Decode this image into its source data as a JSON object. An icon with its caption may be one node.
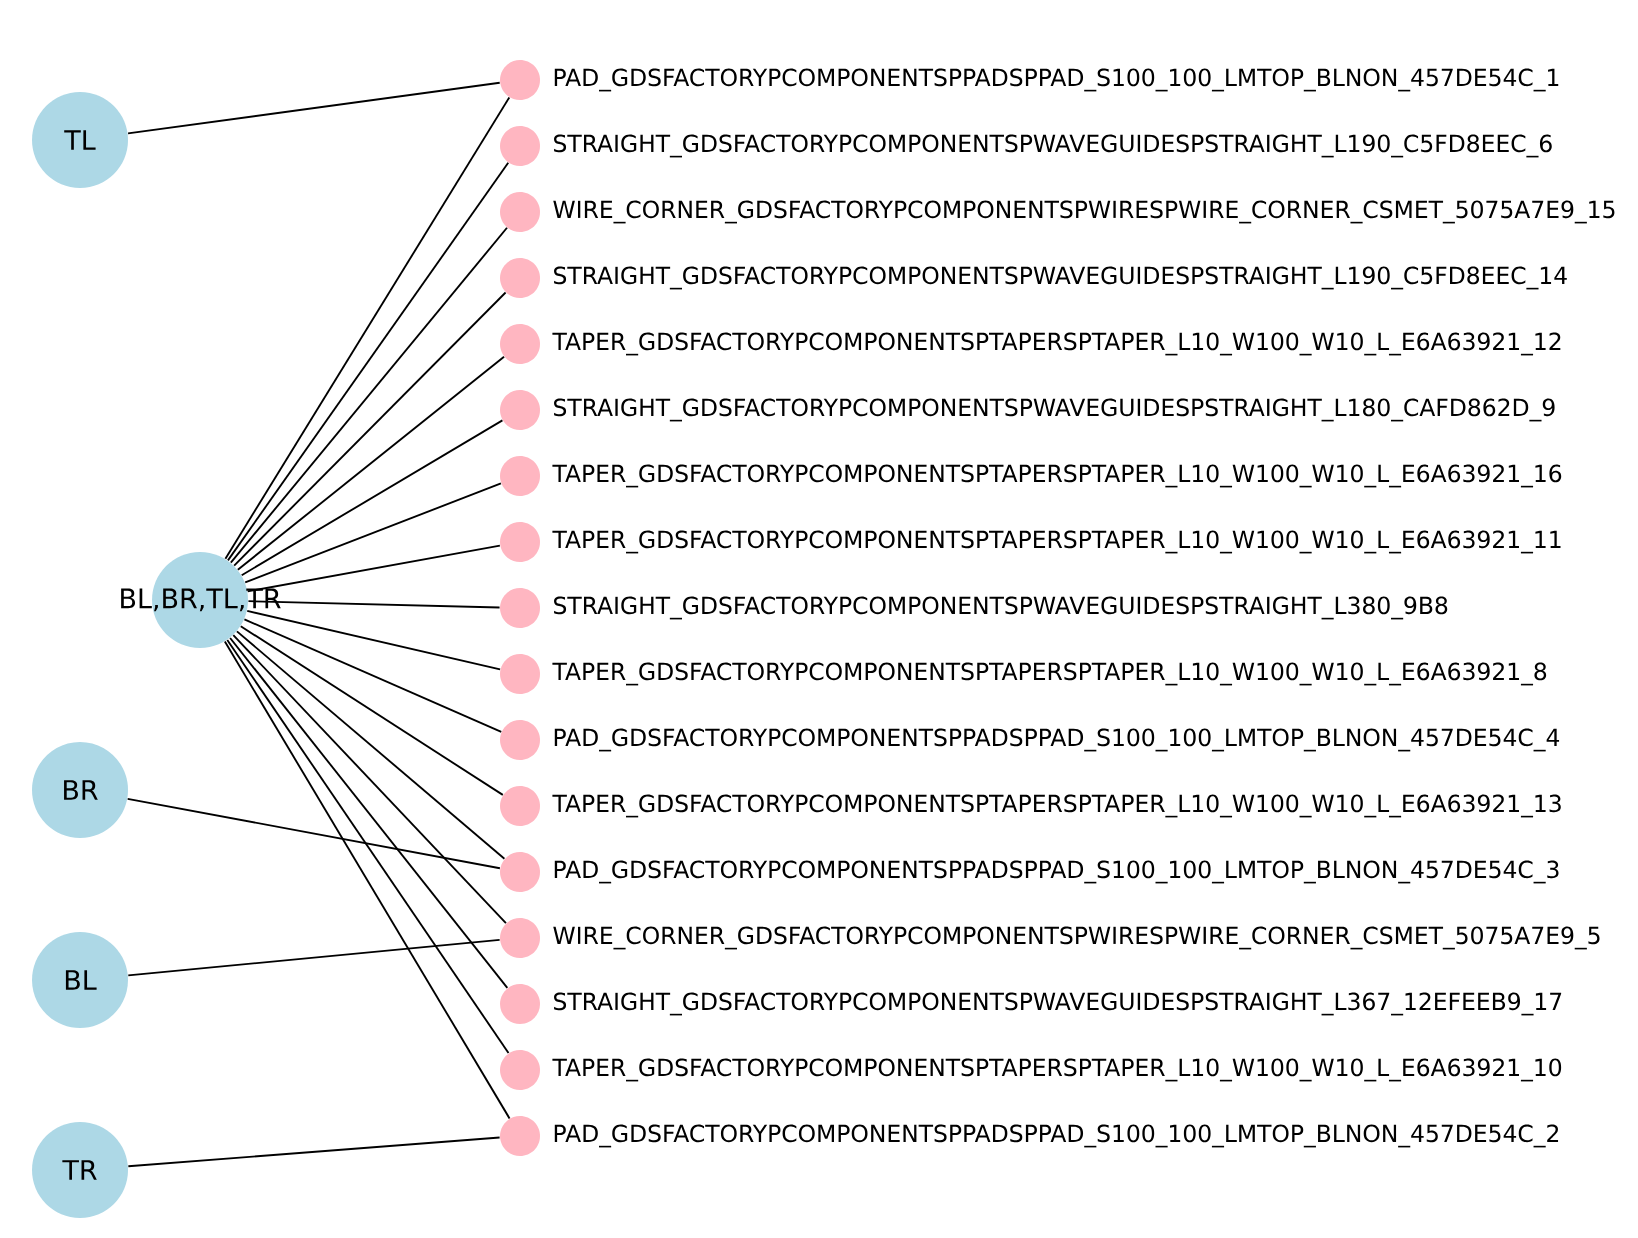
{
  "diagram": {
    "nodes": [
      {
        "text": [
          "BL,BR,TL,TR"
        ]
      },
      {
        "text": [
          "TL"
        ]
      },
      {
        "text": [
          "BL"
        ]
      },
      {
        "text": [
          "BR"
        ]
      },
      {
        "text": [
          "TR"
        ]
      },
      {
        "text": [
          "PAD_GDSFACTORYPCOMPONENTSPPADSPPAD_S100_100_LMTOP_BLNON_457DE54C_1"
        ]
      },
      {
        "text": [
          "STRAIGHT_GDSFACTORYPCOMPONENTSPWAVEGUIDESPSTRAIGHT_L190_C5FD8EEC_6"
        ]
      },
      {
        "text": [
          "WIRE_CORNER_GDSFACTORYPCOMPONENTSPWIRESPWIRE_CORNER_CSMET_5075A7E9_15"
        ]
      },
      {
        "text": [
          "STRAIGHT_GDSFACTORYPCOMPONENTSPWAVEGUIDESPSTRAIGHT_L190_C5FD8EEC_14"
        ]
      },
      {
        "text": [
          "TAPER_GDSFACTORYPCOMPONENTSPTAPERSPTAPER_L10_W100_W10_L_E6A63921_12"
        ]
      },
      {
        "text": [
          "STRAIGHT_GDSFACTORYPCOMPONENTSPWAVEGUIDESPSTRAIGHT_L180_CAFD862D_9"
        ]
      },
      {
        "text": [
          "TAPER_GDSFACTORYPCOMPONENTSPTAPERSPTAPER_L10_W100_W10_L_E6A63921_16"
        ]
      },
      {
        "text": [
          "TAPER_GDSFACTORYPCOMPONENTSPTAPERSPTAPER_L10_W100_W10_L_E6A63921_11"
        ]
      },
      {
        "text": [
          "STRAIGHT_GDSFACTORYPCOMPONENTSPWAVEGUIDESPSTRAIGHT_L380_9B8"
        ]
      },
      {
        "text": [
          "TAPER_GDSFACTORYPCOMPONENTSPTAPERSPTAPER_L10_W100_W10_L_E6A63921_8"
        ]
      },
      {
        "text": [
          "PAD_GDSFACTORYPCOMPONENTSPPADSPPAD_S100_100_LMTOP_BLNON_457DE54C_4"
        ]
      },
      {
        "text": [
          "TAPER_GDSFACTORYPCOMPONENTSPTAPERSPTAPER_L10_W100_W10_L_E6A63921_13"
        ]
      },
      {
        "text": [
          "PAD_GDSFACTORYPCOMPONENTSPPADSPPAD_S100_100_LMTOP_BLNON_457DE54C_3"
        ]
      },
      {
        "text": [
          "WIRE_CORNER_GDSFACTORYPCOMPONENTSPWIRESPWIRE_CORNER_CSMET_5075A7E9_5"
        ]
      },
      {
        "text": [
          "STRAIGHT_GDSFACTORYPCOMPONENTSPWAVEGUIDESPSTRAIGHT_L367_12EFEEB9_17"
        ]
      },
      {
        "text": [
          "TAPER_GDSFACTORYPCOMPONENTSPTAPERSPTAPER_L10_W100_W10_L_E6A63921_10"
        ]
      },
      {
        "text": [
          "PAD_GDSFACTORYPCOMPONENTSPPADSPPAD_S100_100_LMTOP_BLNON_457DE54C_2"
        ]
      }
    ],
    "edges": [
      {
        "from": 0,
        "to": 5,
        "arrow": "none"
      },
      {
        "from": 0,
        "to": 6,
        "arrow": "none"
      },
      {
        "from": 0,
        "to": 7,
        "arrow": "none"
      },
      {
        "from": 0,
        "to": 8,
        "arrow": "none"
      },
      {
        "from": 0,
        "to": 9,
        "arrow": "none"
      },
      {
        "from": 0,
        "to": 10,
        "arrow": "none"
      },
      {
        "from": 0,
        "to": 11,
        "arrow": "none"
      },
      {
        "from": 0,
        "to": 12,
        "arrow": "none"
      },
      {
        "from": 0,
        "to": 13,
        "arrow": "none"
      },
      {
        "from": 0,
        "to": 14,
        "arrow": "none"
      },
      {
        "from": 0,
        "to": 15,
        "arrow": "none"
      },
      {
        "from": 0,
        "to": 16,
        "arrow": "none"
      },
      {
        "from": 0,
        "to": 17,
        "arrow": "none"
      },
      {
        "from": 0,
        "to": 18,
        "arrow": "none"
      },
      {
        "from": 0,
        "to": 19,
        "arrow": "none"
      },
      {
        "from": 0,
        "to": 20,
        "arrow": "none"
      },
      {
        "from": 0,
        "to": 21,
        "arrow": "none"
      },
      {
        "from": 1,
        "to": 5,
        "arrow": "none"
      },
      {
        "from": 2,
        "to": 18,
        "arrow": "none"
      },
      {
        "from": 3,
        "to": 17,
        "arrow": "none"
      },
      {
        "from": 4,
        "to": 21,
        "arrow": "none"
      }
    ]
  }
}
